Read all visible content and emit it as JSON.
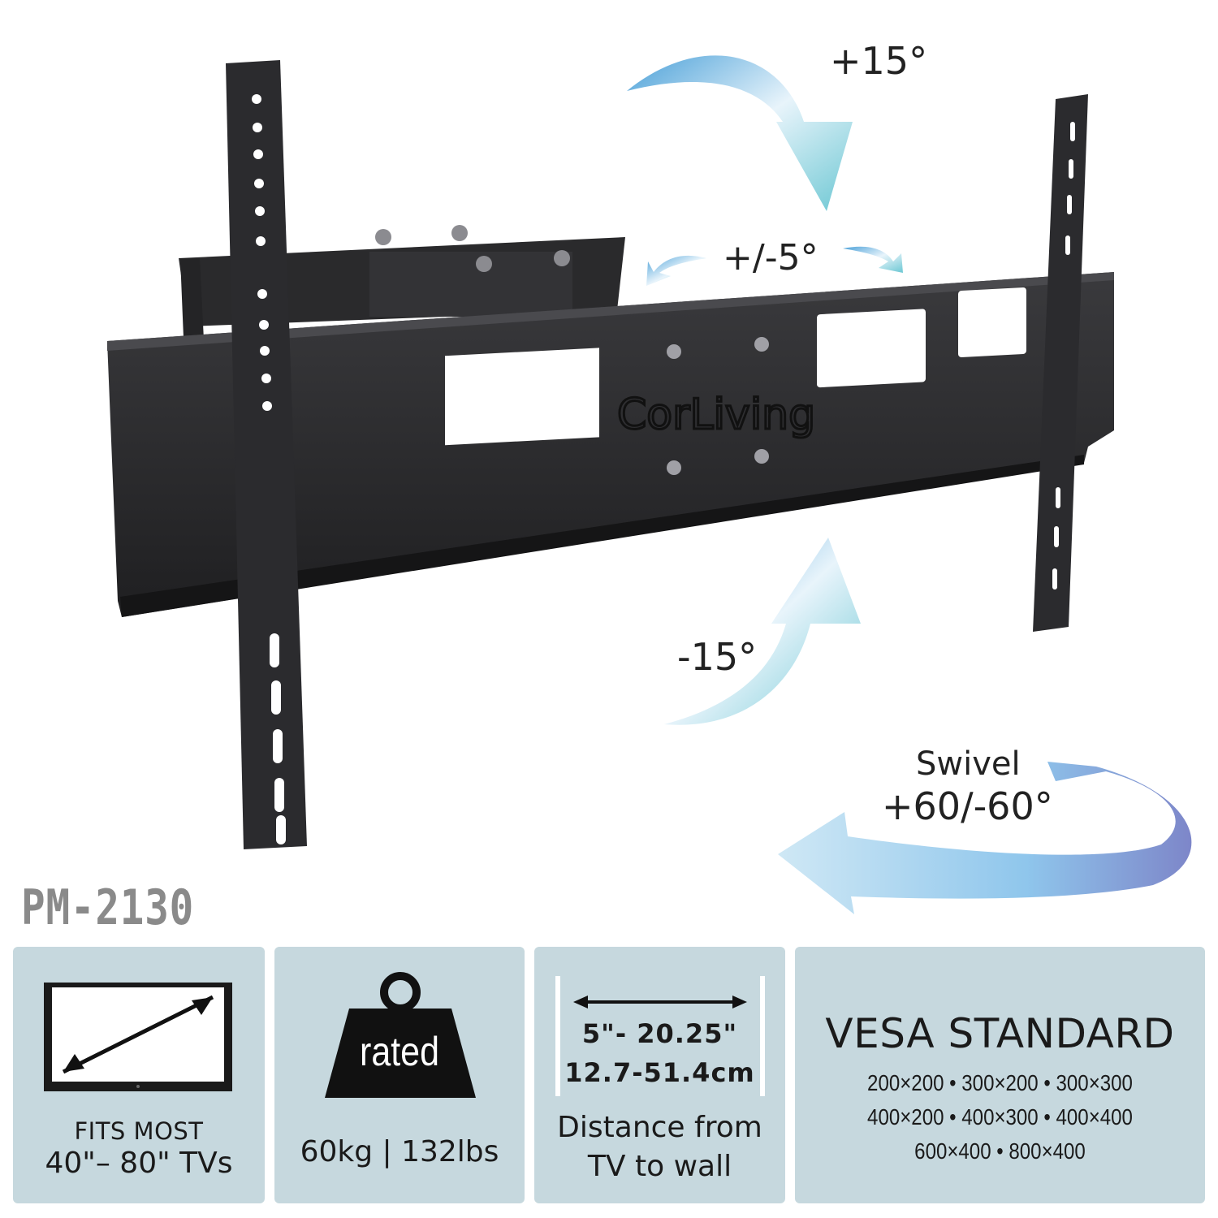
{
  "brand": "CorLiving",
  "model": "PM-2130",
  "motion": {
    "tilt_up": "+15°",
    "tilt_mid": "+/-5°",
    "tilt_down": "-15°",
    "swivel_label": "Swivel",
    "swivel_range": "+60/-60°"
  },
  "features": {
    "tv_size": {
      "line1": "FITS MOST",
      "line2": "40\"– 80\"  TVs",
      "icon": "tv-diagonal-icon"
    },
    "weight": {
      "badge": "rated",
      "line1": "60kg | 132lbs",
      "icon": "weight-icon"
    },
    "distance": {
      "line1": "5\"- 20.25\"",
      "line2": "12.7-51.4cm",
      "line3": "Distance from",
      "line4": "TV to wall",
      "icon": "distance-arrow-icon"
    },
    "vesa": {
      "title": "VESA STANDARD",
      "row1": "200×200 • 300×200 • 300×300",
      "row2": "400×200 • 400×300 • 400×400",
      "row3": "600×400 • 800×400"
    }
  },
  "colors": {
    "card_bg": "#c6d8de",
    "metal": "#2a2a2c",
    "arrow": "#8fc6ec",
    "model_text": "#8a8a8a"
  }
}
